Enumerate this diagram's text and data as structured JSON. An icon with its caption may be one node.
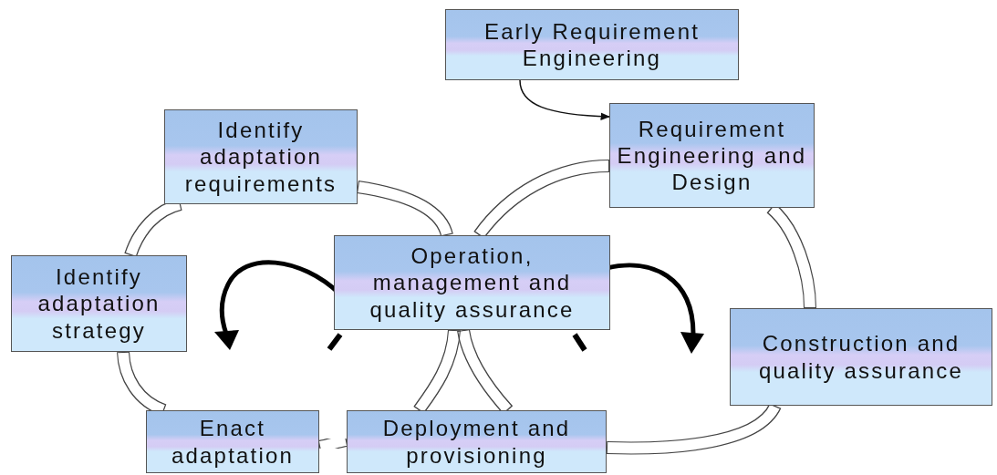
{
  "diagram": {
    "nodes": [
      {
        "text": [
          "Early Requirement Engineering"
        ]
      },
      {
        "text": [
          "Identify adaptation requirements"
        ]
      },
      {
        "text": [
          "Requirement Engineering and Design"
        ]
      },
      {
        "text": [
          "Operation, management and quality assurance"
        ]
      },
      {
        "text": [
          "Identify adaptation strategy"
        ]
      },
      {
        "text": [
          "Construction and quality assurance"
        ]
      },
      {
        "text": [
          "Enact adaptation"
        ]
      },
      {
        "text": [
          "Deployment and provisioning"
        ]
      }
    ],
    "edges": [
      {
        "from": 0,
        "to": 2,
        "arrow": "to"
      },
      {
        "from": 3,
        "to": 2,
        "arrow": "none"
      },
      {
        "from": 2,
        "to": 5,
        "arrow": "none"
      },
      {
        "from": 5,
        "to": 7,
        "arrow": "none"
      },
      {
        "from": 7,
        "to": 3,
        "arrow": "none"
      },
      {
        "from": 3,
        "to": 7,
        "arrow": "none"
      },
      {
        "from": 7,
        "to": 6,
        "arrow": "none"
      },
      {
        "from": 6,
        "to": 4,
        "arrow": "none"
      },
      {
        "from": 4,
        "to": 1,
        "arrow": "none"
      },
      {
        "from": 1,
        "to": 3,
        "arrow": "none"
      }
    ]
  }
}
